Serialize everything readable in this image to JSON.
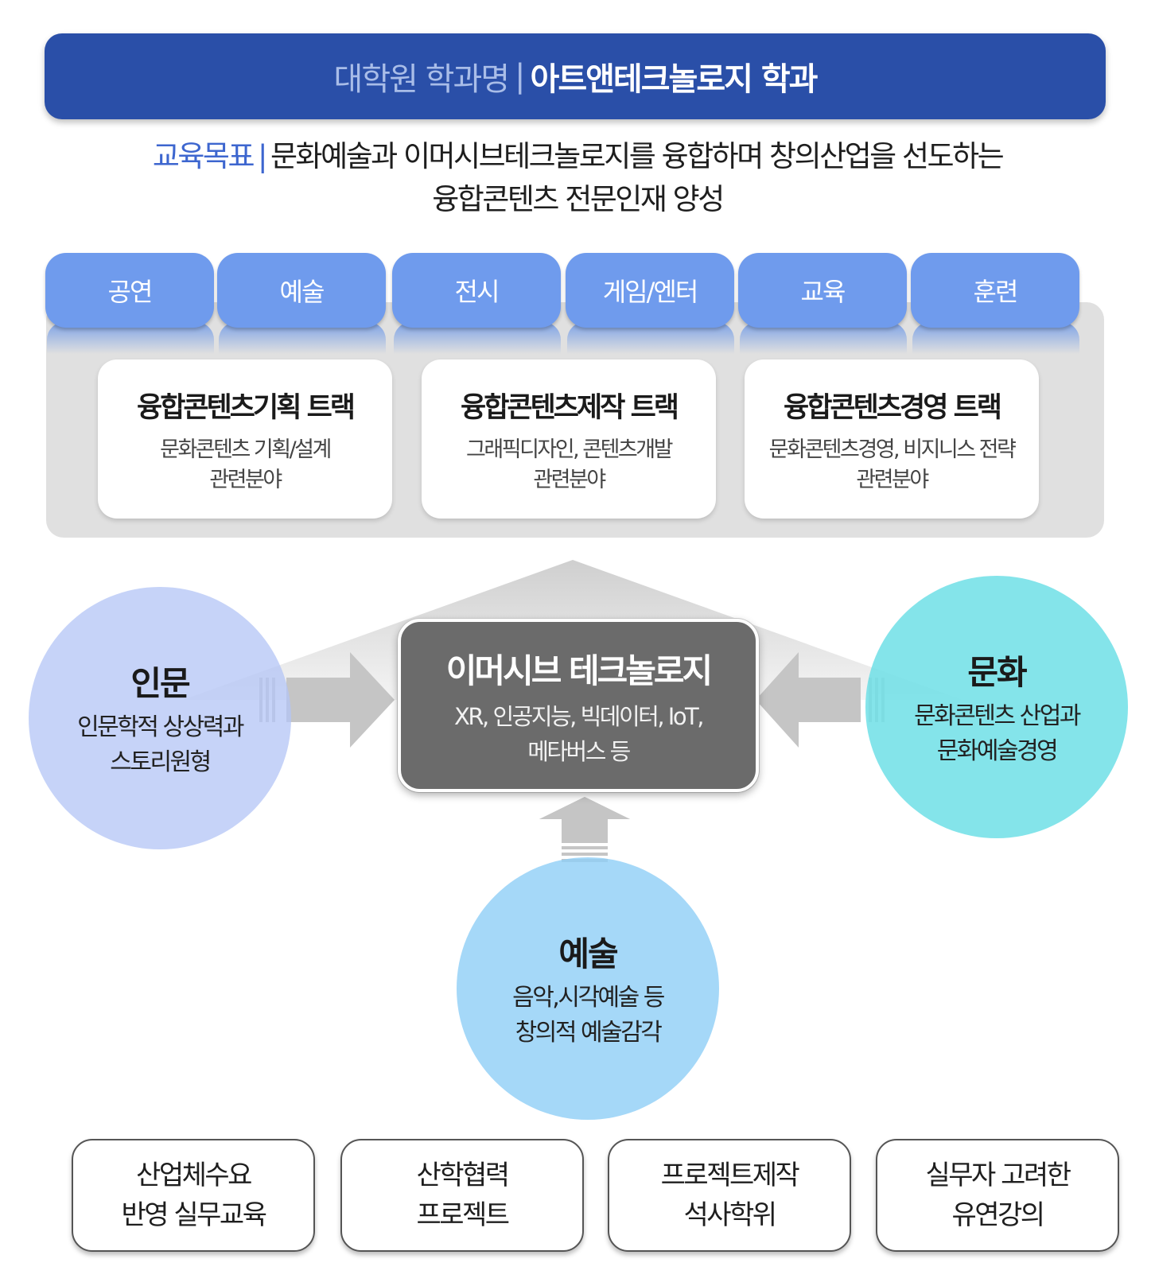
{
  "header": {
    "prefix": "대학원 학과명",
    "separator": "|",
    "department": "아트앤테크놀로지 학과"
  },
  "goal": {
    "label": "교육목표",
    "separator": "|",
    "line1": "문화예술과 이머시브테크놀로지를 융합하며  창의산업을 선도하는",
    "line2": "융합콘텐츠 전문인재 양성"
  },
  "fields": [
    "공연",
    "예술",
    "전시",
    "게임/엔터",
    "교육",
    "훈련"
  ],
  "tracks": [
    {
      "title": "융합콘텐츠기획 트랙",
      "desc": "문화콘텐츠 기획/설계\n관련분야"
    },
    {
      "title": "융합콘텐츠제작 트랙",
      "desc": "그래픽디자인, 콘텐츠개발\n관련분야"
    },
    {
      "title": "융합콘텐츠경영 트랙",
      "desc": "문화콘텐츠경영, 비지니스 전략\n관련분야"
    }
  ],
  "core": {
    "title": "이머시브 테크놀로지",
    "desc": "XR, 인공지능, 빅데이터, IoT,\n메타버스 등"
  },
  "pillars": {
    "humanities": {
      "title": "인문",
      "desc": "인문학적 상상력과\n스토리원형"
    },
    "culture": {
      "title": "문화",
      "desc": "문화콘텐츠 산업과\n문화예술경영"
    },
    "art": {
      "title": "예술",
      "desc": "음악,시각예술 등\n창의적 예술감각"
    }
  },
  "features": [
    "산업체수요\n반영 실무교육",
    "산학협력\n프로젝트",
    "프로젝트제작\n석사학위",
    "실무자 고려한\n유연강의"
  ],
  "colors": {
    "header_bg": "#2a4fa8",
    "tab_bg": "#6f9bed",
    "goal_label": "#3d66cf",
    "core_bg": "#6b6b6b",
    "humanities_circle": "#b3c4f5",
    "culture_circle": "#6fdfe6",
    "art_circle": "#8ecef6"
  }
}
